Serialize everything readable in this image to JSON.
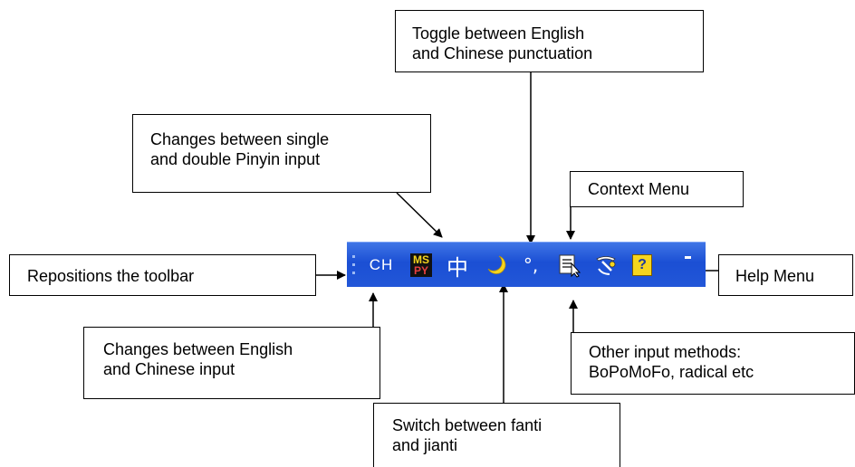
{
  "callouts": {
    "punctuation": [
      "Toggle between English",
      "and Chinese punctuation"
    ],
    "pinyin": [
      "Changes between single",
      "and double Pinyin input"
    ],
    "context_menu": [
      "Context Menu"
    ],
    "reposition": [
      "Repositions the toolbar"
    ],
    "help_menu": [
      "Help Menu"
    ],
    "english_chinese": [
      "Changes between English",
      "and Chinese input"
    ],
    "other_methods": [
      "Other input methods:",
      "BoPoMoFo, radical etc"
    ],
    "fanti_jianti": [
      "Switch between fanti",
      "and jianti"
    ]
  },
  "toolbar": {
    "ch_label": "CH",
    "mspy_top": "MS",
    "mspy_bottom": "PY",
    "chinese_char": "中",
    "punct_glyph": "°,",
    "help_glyph": "?",
    "colors": {
      "bar": "#2257d8",
      "icon_yellow": "#f6d51e",
      "text": "#ffffff"
    }
  }
}
